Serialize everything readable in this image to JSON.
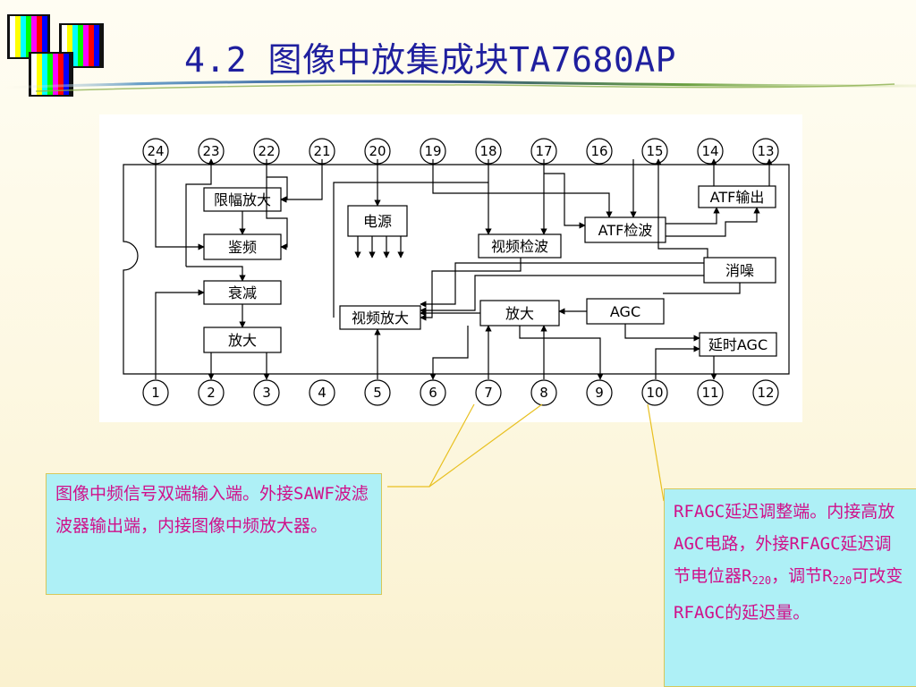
{
  "title": "4.2 图像中放集成块TA7680AP",
  "diagram": {
    "top_pins": [
      "24",
      "23",
      "22",
      "21",
      "20",
      "19",
      "18",
      "17",
      "16",
      "15",
      "14",
      "13"
    ],
    "bottom_pins": [
      "1",
      "2",
      "3",
      "4",
      "5",
      "6",
      "7",
      "8",
      "9",
      "10",
      "11",
      "12"
    ],
    "blocks": {
      "limiter_amp": "限幅放大",
      "discriminator": "鉴频",
      "attenuator": "衰减",
      "audio_amp": "放大",
      "power": "电源",
      "video_detector": "视频检波",
      "atf_detector": "ATF检波",
      "atf_output": "ATF输出",
      "noise_suppress": "消噪",
      "video_amp": "视频放大",
      "if_amp": "放大",
      "agc": "AGC",
      "delay_agc": "延时AGC"
    }
  },
  "callout_left": {
    "text": "图像中频信号双端输入端。外接SAWF波滤波器输出端，内接图像中频放大器。"
  },
  "callout_right": {
    "line1": "RFAGC延迟调整端。内接高放AGC电路，外接RFAGC延迟调节电位器",
    "r_prefix": "R",
    "r_sub": "220",
    "mid": "，调节R",
    "r_sub2": "220",
    "tail": "可改变RFAGC的延迟量。"
  },
  "colors": {
    "title": "#1f1f9e",
    "callout_bg": "#aef0f6",
    "callout_text": "#d0108a",
    "leader_line": "#e8c020"
  }
}
